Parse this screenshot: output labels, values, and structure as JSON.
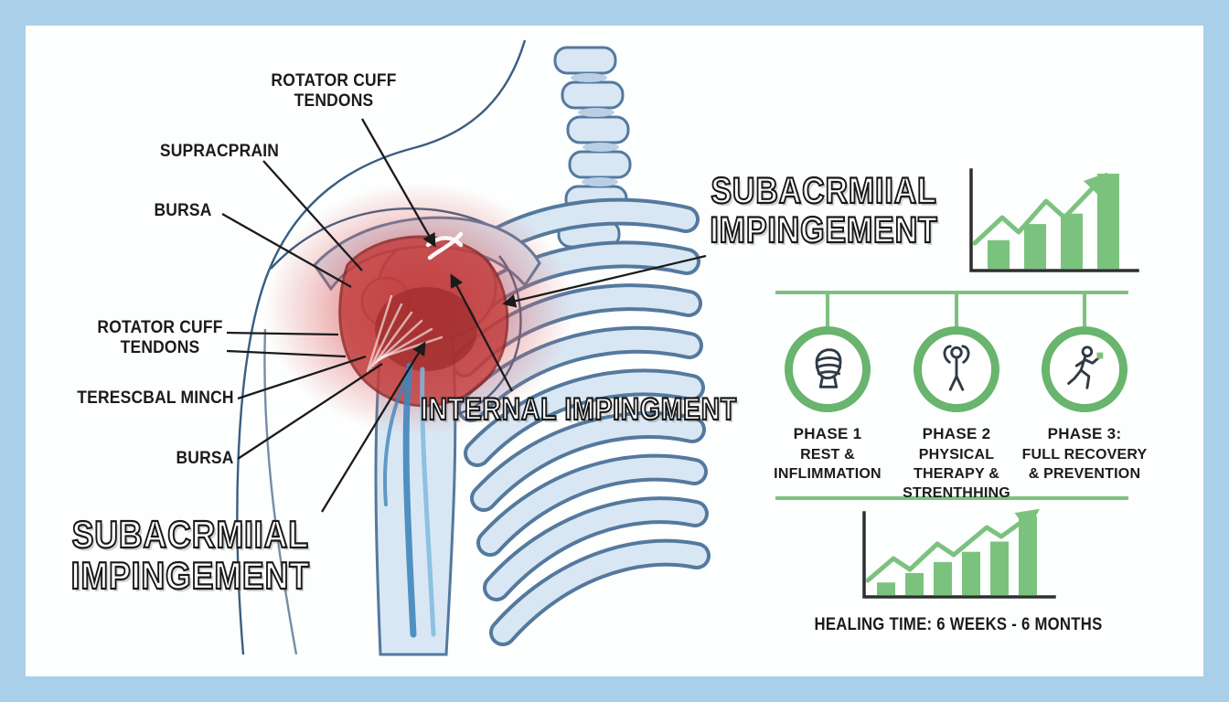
{
  "palette": {
    "frame": "#aacfe9",
    "green": "#7cc27f",
    "green_dark": "#69b46e",
    "ink": "#1b1b1b",
    "red_deep": "#c23b3b",
    "bone_fill": "#d9e7f4",
    "bone_stroke": "#54799e"
  },
  "anatomy": {
    "labels": [
      {
        "text": "ROTATOR CUFF\nTENDONS"
      },
      {
        "text": "SUPRACPRAIN"
      },
      {
        "text": "BURSA"
      },
      {
        "text": "ROTATOR CUFF\nTENDONS"
      },
      {
        "text": "TERESCBAL MINCH"
      },
      {
        "text": "BURSA"
      }
    ],
    "impingement_label": "SUBACRMIIAL\nIMPINGEMENT",
    "internal_label": "INTERNAL IMPINGMENT"
  },
  "right_panel": {
    "title": "SUBACRMIIAL\nIMPINGEMENT",
    "phases": [
      {
        "icon": "bandaged-arm",
        "title": "PHASE 1",
        "desc": "REST &\nINFLIMMATION"
      },
      {
        "icon": "stretching-person",
        "title": "PHASE 2",
        "desc": "PHYSICAL\nTHERAPY &\nSTRENTHHING"
      },
      {
        "icon": "running-person",
        "title": "PHASE 3:",
        "desc": "FULL RECOVERY\n& PREVENTION"
      }
    ],
    "healing_time": "HEALING TIME: 6 WEEKS - 6 MONTHS"
  },
  "chart_data": [
    {
      "type": "bar",
      "values": [
        30,
        47,
        58,
        100
      ],
      "unit": "relative-height-%",
      "color": "#7cc27f",
      "trendline": "rising zigzag with arrow",
      "axis_labels": "none"
    },
    {
      "type": "bar",
      "values": [
        16,
        28,
        42,
        55,
        68,
        100
      ],
      "unit": "relative-height-%",
      "color": "#7cc27f",
      "trendline": "rising zigzag with arrow",
      "axis_labels": "none"
    }
  ]
}
